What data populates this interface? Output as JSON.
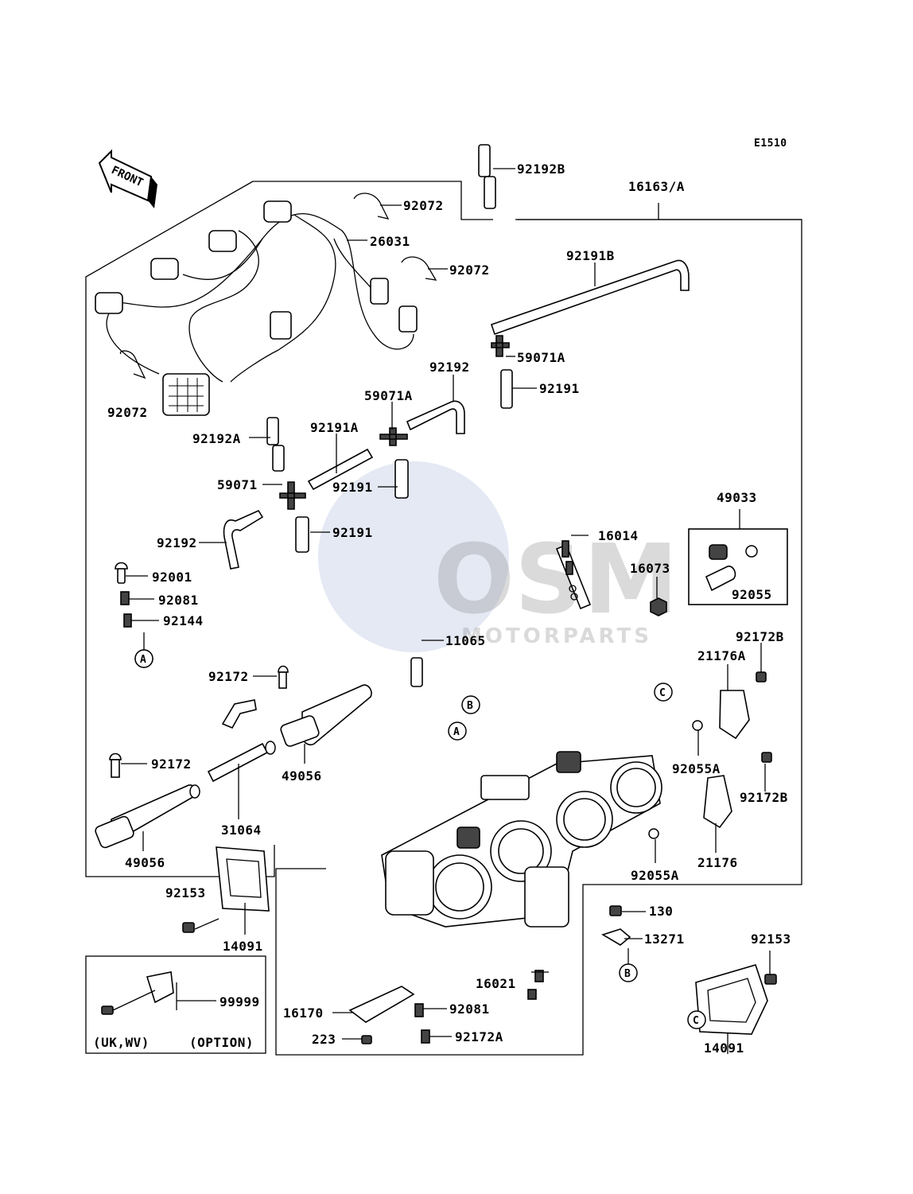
{
  "diagram_code": "E1510",
  "front_label": "FRONT",
  "watermark": {
    "logo_text": "OSM",
    "sub_text": "MOTORPARTS"
  },
  "option_box": {
    "region_text": "(UK,WV)",
    "option_text": "(OPTION)"
  },
  "ref_markers": {
    "a": "A",
    "b": "B",
    "c": "C"
  },
  "labels": {
    "p92192B": "92192B",
    "p16163A": "16163/A",
    "p92072_1": "92072",
    "p26031": "26031",
    "p92072_2": "92072",
    "p92191B": "92191B",
    "p59071A_1": "59071A",
    "p92192_1": "92192",
    "p92191_1": "92191",
    "p92072_3": "92072",
    "p59071A_2": "59071A",
    "p92192A": "92192A",
    "p92191A": "92191A",
    "p59071": "59071",
    "p92191_2": "92191",
    "p92192_2": "92192",
    "p92191_3": "92191",
    "p16014": "16014",
    "p49033": "49033",
    "p16073": "16073",
    "p92055": "92055",
    "p92001": "92001",
    "p92081_1": "92081",
    "p92144": "92144",
    "p11065": "11065",
    "p92172B_1": "92172B",
    "p21176A": "21176A",
    "p92172_1": "92172",
    "p92055A_1": "92055A",
    "p49056_1": "49056",
    "p92172_2": "92172",
    "p92172B_2": "92172B",
    "p31064": "31064",
    "p21176": "21176",
    "p49056_2": "49056",
    "p92055A_2": "92055A",
    "p92153_1": "92153",
    "p130": "130",
    "p14091_1": "14091",
    "p13271": "13271",
    "p92153_2": "92153",
    "p99999": "99999",
    "p16021": "16021",
    "p16170": "16170",
    "p92081_2": "92081",
    "p223": "223",
    "p92172A": "92172A",
    "p14091_2": "14091"
  }
}
